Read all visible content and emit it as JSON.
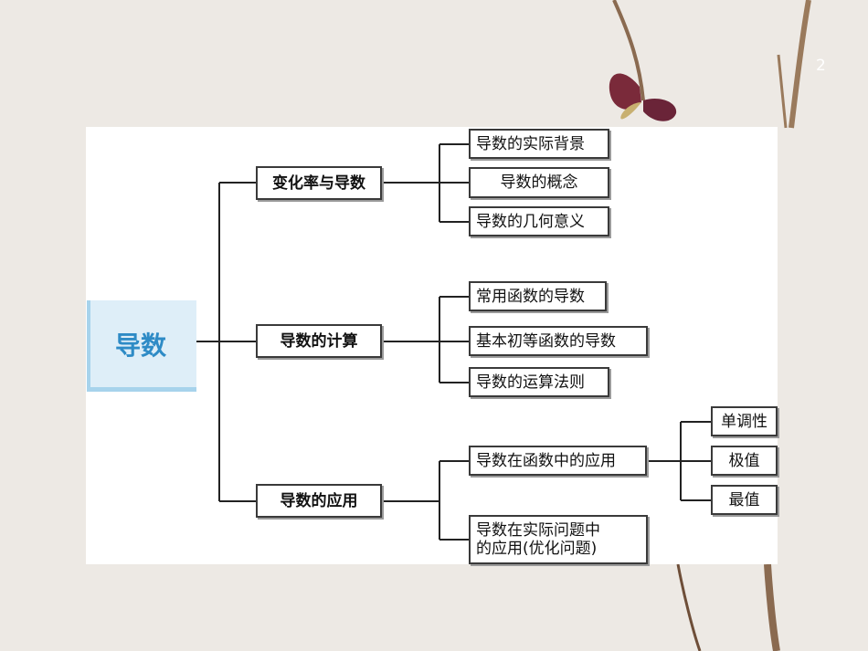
{
  "page_number": "2",
  "colors": {
    "background": "#ede9e4",
    "panel": "#ffffff",
    "root_fill": "#deeef8",
    "root_accent": "#a7d3ec",
    "root_text": "#2e8bc6",
    "node_border": "#3a3a3a",
    "line": "#222222"
  },
  "diagram": {
    "root": "导数",
    "branches": [
      {
        "label": "变化率与导数",
        "children": [
          "导数的实际背景",
          "导数的概念",
          "导数的几何意义"
        ]
      },
      {
        "label": "导数的计算",
        "children": [
          "常用函数的导数",
          "基本初等函数的导数",
          "导数的运算法则"
        ]
      },
      {
        "label": "导数的应用",
        "children": [
          {
            "label": "导数在函数中的应用",
            "children": [
              "单调性",
              "极值",
              "最值"
            ]
          },
          {
            "label_line1": "导数在实际问题中",
            "label_line2": "的应用(优化问题)"
          }
        ]
      }
    ]
  }
}
